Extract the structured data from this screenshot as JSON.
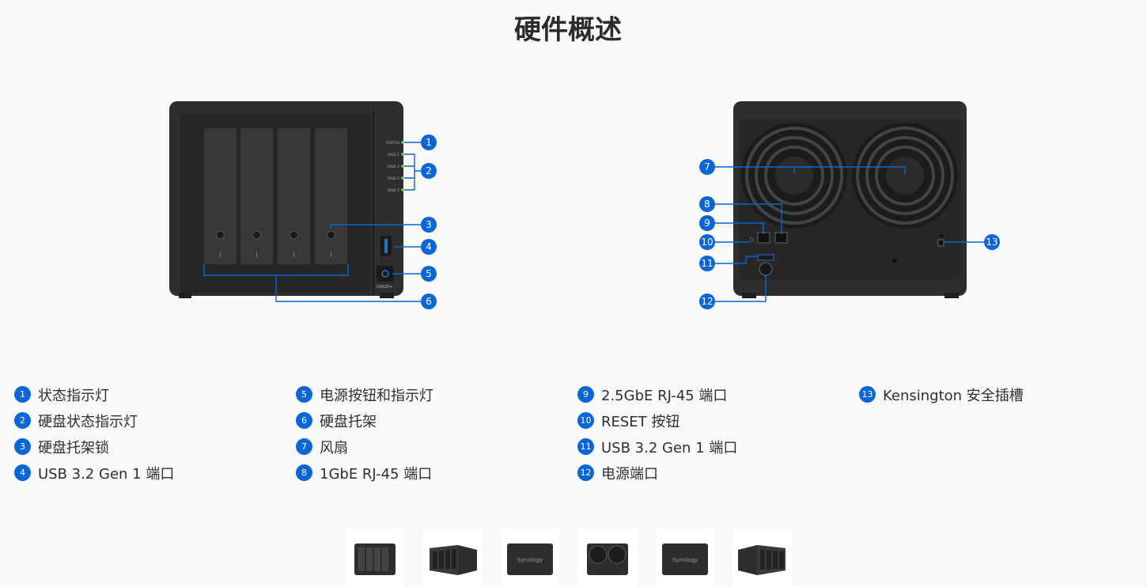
{
  "page": {
    "title": "硬件概述"
  },
  "front_device": {
    "led_labels": [
      "STATUS",
      "DISK 1",
      "DISK 2",
      "DISK 3",
      "DISK 4"
    ],
    "model_label": "DS425+"
  },
  "callouts": [
    "1",
    "2",
    "3",
    "4",
    "5",
    "6",
    "7",
    "8",
    "9",
    "10",
    "11",
    "12",
    "13"
  ],
  "legend": [
    [
      {
        "num": "1",
        "label": "状态指示灯"
      },
      {
        "num": "2",
        "label": "硬盘状态指示灯"
      },
      {
        "num": "3",
        "label": "硬盘托架锁"
      },
      {
        "num": "4",
        "label": "USB 3.2 Gen 1 端口"
      }
    ],
    [
      {
        "num": "5",
        "label": "电源按钮和指示灯"
      },
      {
        "num": "6",
        "label": "硬盘托架"
      },
      {
        "num": "7",
        "label": "风扇"
      },
      {
        "num": "8",
        "label": "1GbE RJ-45 端口"
      }
    ],
    [
      {
        "num": "9",
        "label": "2.5GbE RJ-45 端口"
      },
      {
        "num": "10",
        "label": "RESET 按钮"
      },
      {
        "num": "11",
        "label": "USB 3.2 Gen 1 端口"
      },
      {
        "num": "12",
        "label": "电源端口"
      }
    ],
    [
      {
        "num": "13",
        "label": "Kensington 安全插槽"
      }
    ]
  ],
  "thumbnails": [
    {
      "name": "front-view"
    },
    {
      "name": "angle-left-view"
    },
    {
      "name": "side-view"
    },
    {
      "name": "back-view"
    },
    {
      "name": "side-view-2"
    },
    {
      "name": "angle-right-view"
    }
  ],
  "thumb_brand": "Synology",
  "colors": {
    "accent": "#0a66d6",
    "chassis": "#2e2e2e",
    "background": "#f9f9f9"
  }
}
